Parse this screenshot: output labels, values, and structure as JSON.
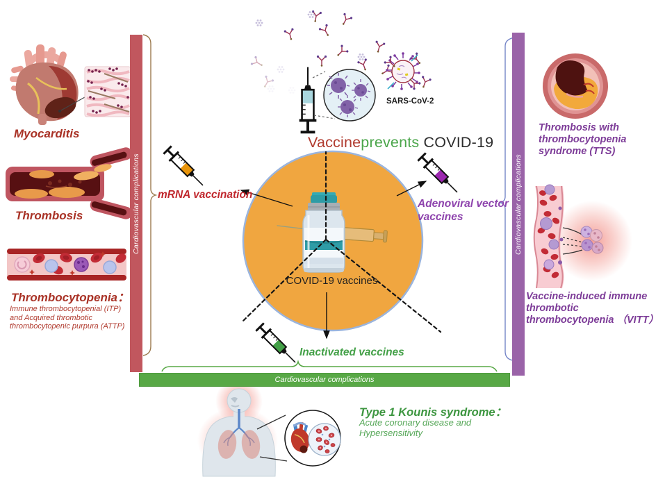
{
  "figure": {
    "title": {
      "vaccine": "Vaccine",
      "prevents": "prevents",
      "covid": " COVID-19"
    },
    "sars_label": "SARS-CoV-2",
    "center_label": "COVID-19 vaccines"
  },
  "vaccine_types": {
    "mrna": "mRNA vaccination",
    "adenoviral_line1": "Adenoviral vector",
    "adenoviral_line2": "vaccines",
    "inactivated": "Inactivated vaccines"
  },
  "left_panel": {
    "bar_label": "Cardiovascular complications",
    "myocarditis": "Myocarditis",
    "thrombosis": "Thrombosis",
    "thrombocytopenia": "Thrombocytopenia：",
    "thrombocytopenia_sub1": "Immune thrombocytopenial (ITP)",
    "thrombocytopenia_sub2": "and Acquired thrombotic",
    "thrombocytopenia_sub3": "thrombocytopenic purpura (ATTP)"
  },
  "right_panel": {
    "bar_label": "Cardiovascular complications",
    "tts_line1": "Thrombosis with",
    "tts_line2": "thrombocytopenia",
    "tts_line3": "syndrome (TTS)",
    "vitt_line1": "Vaccine-induced immune",
    "vitt_line2": "thrombotic",
    "vitt_line3": "thrombocytopenia （VITT）"
  },
  "bottom_panel": {
    "bar_label": "Cardiovascular complications",
    "kounis_title": "Type 1 Kounis syndrome：",
    "kounis_sub1": "Acute coronary disease and",
    "kounis_sub2": "Hypersensitivity"
  },
  "colors": {
    "left_bar": "#c1575e",
    "right_bar": "#9a63a8",
    "bottom_bar": "#58a846",
    "title_red": "#b03a2e",
    "title_green": "#4ba64b",
    "title_dark": "#2d2d2d",
    "mrna_text": "#c0272d",
    "adenoviral_text": "#8e44ad",
    "inactivated_text": "#43a047",
    "left_labels": "#a93226",
    "purple_labels": "#7d3c98",
    "green_labels": "#3d9640",
    "center_circle_fill": "#f0a640",
    "center_circle_border": "#9ab4dd"
  }
}
